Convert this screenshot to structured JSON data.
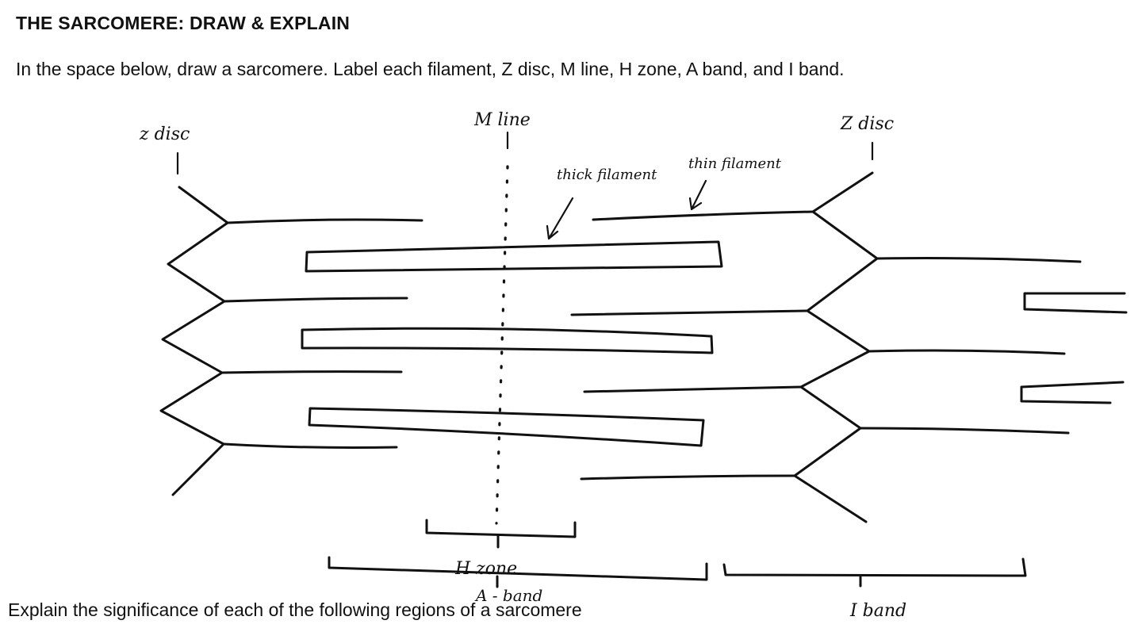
{
  "worksheet": {
    "title": "THE SARCOMERE: DRAW & EXPLAIN",
    "instructions": "In the space below, draw a sarcomere. Label each filament, Z disc, M line, H zone, A band, and I band.",
    "question": "Explain the significance of each of the following regions of a sarcomere"
  },
  "diagram": {
    "labels": {
      "z_disc_left": "z disc",
      "m_line": "M line",
      "z_disc_right": "Z disc",
      "thick_filament": "thick filament",
      "thin_filament": "thin filament",
      "h_zone": "H zone",
      "a_band": "A - band",
      "i_band": "I band"
    }
  }
}
